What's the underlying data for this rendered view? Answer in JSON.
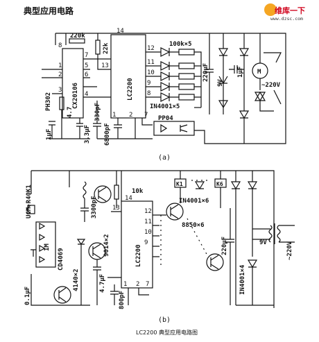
{
  "title": "典型应用电路",
  "watermark": {
    "site_cn": "维库一下",
    "url": "www.dzsc.com"
  },
  "diagram_a": {
    "caption": "(a)",
    "ic_left": "CX20106",
    "ic_right": "LC2200",
    "sensor": "PH302",
    "optocoupler": "PP04",
    "labels": {
      "r_top": "220k",
      "r_22k": "22k",
      "r_100k": "100k×5",
      "r_47": "4.7",
      "c_1uf": "1μF",
      "c_33uf": "3.3μF",
      "c_330pf": "330pF",
      "c_6800pf": "6800pF",
      "c_220uf": "220μF",
      "v_9v": "9V",
      "c_1uf_b": "1μF",
      "motor": "M",
      "mains": "~220V",
      "diodes": "IN4001×5"
    },
    "pins_left": [
      "8",
      "1",
      "2",
      "3",
      "7",
      "5",
      "6",
      "4"
    ],
    "pins_right": [
      "14",
      "12",
      "11",
      "10",
      "9",
      "8",
      "13",
      "1",
      "2",
      "7"
    ]
  },
  "diagram_b": {
    "caption": "(b)",
    "ic_left": "CD4069",
    "ic_right": "LC2200",
    "mic": "UCM-R40K1",
    "labels": {
      "c_3300pf": "3300pF",
      "t_9014": "9014×2",
      "r_10k": "10k",
      "c_47uf": "4.7μF",
      "c_800pf": "800pF",
      "r_1m": "1M",
      "t_4140": "4140×2",
      "c_01uf": "0.1μF",
      "t_8850": "8850×6",
      "diodes_a": "IN4001×6",
      "diodes_b": "IN4001×4",
      "c_220uf": "220μF",
      "v_9v": "9V",
      "mains": "~220V",
      "k1": "K1",
      "k6": "K6"
    },
    "pins_right": [
      "14",
      "13",
      "12",
      "11",
      "10",
      "9",
      "1",
      "2",
      "7"
    ]
  },
  "footer": "LC2200 典型应用电路图"
}
